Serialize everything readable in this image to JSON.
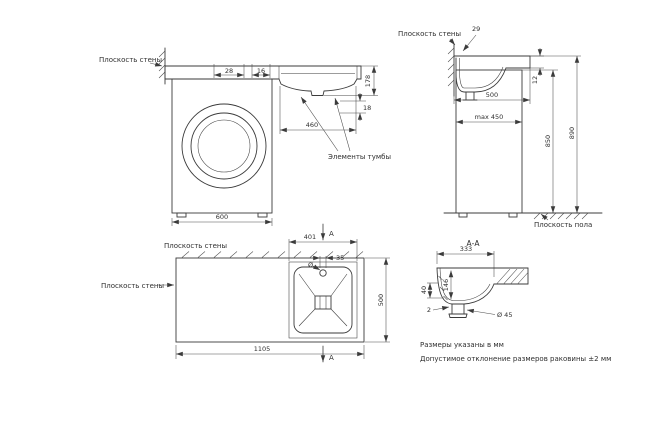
{
  "colors": {
    "line": "#3b3b3b",
    "dim_line": "#4a4a4a",
    "text": "#2f2f2f",
    "background": "#ffffff"
  },
  "front_view": {
    "wall_plane_label": "Плоскость стены",
    "dim_left_offset": "28",
    "dim_right_offset": "16",
    "dim_sink_height": "178",
    "dim_sink_width": "460",
    "dim_gap": "18",
    "cabinet_elements_label": "Элементы тумбы",
    "dim_machine_width": "600",
    "section_mark": "A"
  },
  "side_view": {
    "wall_plane_label": "Плоскость стены",
    "dim_back_gap": "29",
    "dim_counter_thickness": "12",
    "dim_counter_depth": "500",
    "dim_machine_depth": "max 450",
    "dim_machine_height": "850",
    "dim_total_height": "890",
    "floor_plane_label": "Плоскость пола"
  },
  "top_view": {
    "wall_plane_label_top": "Плоскость стены",
    "wall_plane_label_left": "Плоскость стены",
    "dim_sink_width": "401",
    "dim_faucet_hole": "35",
    "diameter_symbol": "Ø",
    "dim_counter_depth": "500",
    "dim_counter_length": "1105",
    "section_mark_top": "A",
    "section_mark_bottom": "A"
  },
  "section_view": {
    "title": "А-А",
    "dim_bowl_width": "333",
    "dim_bowl_depth": "146",
    "dim_left": "40",
    "dim_bottom": "2",
    "dim_drain": "Ø 45"
  },
  "notes": {
    "line1": "Размеры указаны в мм",
    "line2": "Допустимое отклонение размеров раковины ±2 мм"
  }
}
